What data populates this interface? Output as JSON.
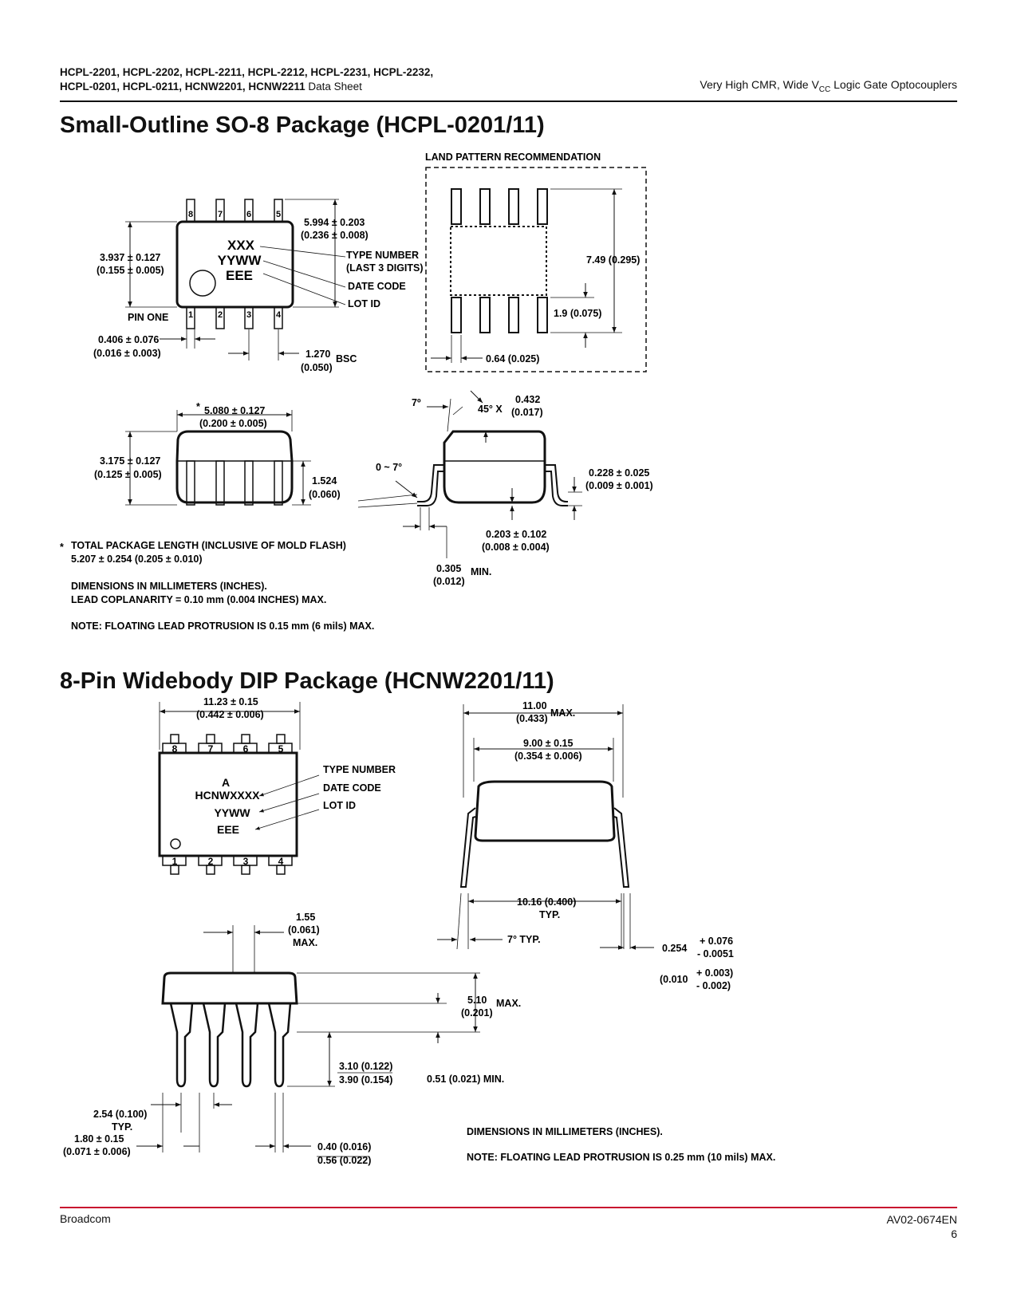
{
  "header": {
    "parts_line1": "HCPL-2201, HCPL-2202, HCPL-2211, HCPL-2212, HCPL-2231, HCPL-2232,",
    "parts_line2": "HCPL-0201, HCPL-0211, HCNW2201, HCNW2211",
    "doc_type": " Data Sheet",
    "title_pre": "Very High CMR, Wide V",
    "title_sub": "CC",
    "title_post": " Logic Gate Optocouplers"
  },
  "so8": {
    "title": "Small-Outline SO-8 Package (HCPL-0201/11)",
    "land_title": "LAND PATTERN RECOMMENDATION",
    "top_pins": [
      "8",
      "7",
      "6",
      "5"
    ],
    "bottom_pins": [
      "1",
      "2",
      "3",
      "4"
    ],
    "marking": [
      "XXX",
      "YYWW",
      "EEE"
    ],
    "pin_one": "PIN ONE",
    "width_mm": "5.994 ± 0.203",
    "width_in": "(0.236 ± 0.008)",
    "body_mm": "3.937 ± 0.127",
    "body_in": "(0.155 ± 0.005)",
    "type_number": "TYPE NUMBER",
    "last3": "(LAST 3 DIGITS)",
    "date_code": "DATE CODE",
    "lot_id": "LOT ID",
    "lead_w_mm": "0.406 ± 0.076",
    "lead_w_in": "(0.016 ± 0.003)",
    "pitch_mm": "1.270",
    "pitch_in": "(0.050)",
    "bsc": "BSC",
    "land_h": "7.49 (0.295)",
    "land_pad": "1.9 (0.075)",
    "land_w": "0.64 (0.025)",
    "len_mm": "5.080 ± 0.127",
    "len_in": "(0.200 ± 0.005)",
    "star": "*",
    "h_mm": "3.175 ± 0.127",
    "h_in": "(0.125 ± 0.005)",
    "standoff_mm": "1.524",
    "standoff_in": "(0.060)",
    "angle7": "7º",
    "chamfer": "45° X",
    "chamfer_mm": "0.432",
    "chamfer_in": "(0.017)",
    "lead_angle": "0 ~ 7°",
    "lead_t_mm": "0.228 ± 0.025",
    "lead_t_in": "(0.009 ± 0.001)",
    "clear_mm": "0.203 ± 0.102",
    "clear_in": "(0.008 ± 0.004)",
    "foot_mm": "0.305",
    "foot_in": "(0.012)",
    "min": "MIN.",
    "note_star": "*",
    "note1": "TOTAL PACKAGE LENGTH (INCLUSIVE OF MOLD FLASH)",
    "note2": "5.207 ± 0.254 (0.205 ± 0.010)",
    "note3": "DIMENSIONS IN MILLIMETERS (INCHES).",
    "note4": "LEAD COPLANARITY = 0.10 mm (0.004 INCHES) MAX.",
    "note5": "NOTE: FLOATING LEAD PROTRUSION IS 0.15 mm (6 mils) MAX."
  },
  "dip": {
    "title": "8-Pin Widebody DIP Package (HCNW2201/11)",
    "top_pins": [
      "8",
      "7",
      "6",
      "5"
    ],
    "bottom_pins": [
      "1",
      "2",
      "3",
      "4"
    ],
    "marking": [
      "A",
      "HCNWXXXX",
      "YYWW",
      "EEE"
    ],
    "type_number": "TYPE NUMBER",
    "date_code": "DATE CODE",
    "lot_id": "LOT ID",
    "len_mm": "11.23 ± 0.15",
    "len_in": "(0.442 ± 0.006)",
    "overall_mm": "11.00",
    "overall_in": "(0.433)",
    "max": "MAX.",
    "body_mm": "9.00 ± 0.15",
    "body_in": "(0.354 ± 0.006)",
    "row_sp": "10.16 (0.400)",
    "typ": "TYP.",
    "angle": "7° TYP.",
    "lead_t": "0.254",
    "lead_t_tol1": "+ 0.076",
    "lead_t_tol2": "- 0.0051",
    "lead_t_in": "(0.010",
    "lead_t_in_tol1": "+ 0.003)",
    "lead_t_in_tol2": "- 0.002)",
    "shoulder_mm": "1.55",
    "shoulder_in": "(0.061)",
    "shoulder_max": "MAX.",
    "height_mm": "5.10",
    "height_in": "(0.201)",
    "height_max": "MAX.",
    "lead_len1": "3.10 (0.122)",
    "lead_len2": "3.90 (0.154)",
    "standoff": "0.51 (0.021) MIN.",
    "pitch": "2.54 (0.100)",
    "pitch_typ": "TYP.",
    "end_mm": "1.80 ± 0.15",
    "end_in": "(0.071 ± 0.006)",
    "lead_w1": "0.40 (0.016)",
    "lead_w2": "0.56 (0.022)",
    "note1": "DIMENSIONS IN MILLIMETERS (INCHES).",
    "note2": "NOTE: FLOATING LEAD PROTRUSION IS 0.25 mm (10 mils) MAX."
  },
  "footer": {
    "company": "Broadcom",
    "doc_number": "AV02-0674EN",
    "page": "6"
  }
}
